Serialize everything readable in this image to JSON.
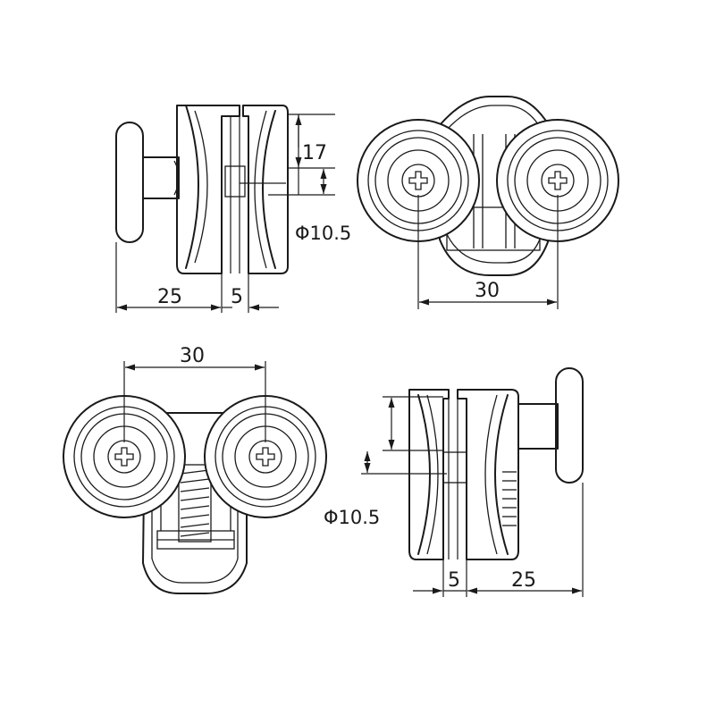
{
  "views": {
    "side_top": {
      "dim_width_25": "25",
      "dim_gap_5": "5",
      "dim_height_17": "17",
      "dim_diameter": "Φ10.5"
    },
    "front_top": {
      "dim_center_30": "30"
    },
    "front_bottom": {
      "dim_center_30": "30"
    },
    "side_bottom": {
      "dim_width_25": "25",
      "dim_gap_5": "5",
      "dim_diameter": "Φ10.5"
    }
  }
}
